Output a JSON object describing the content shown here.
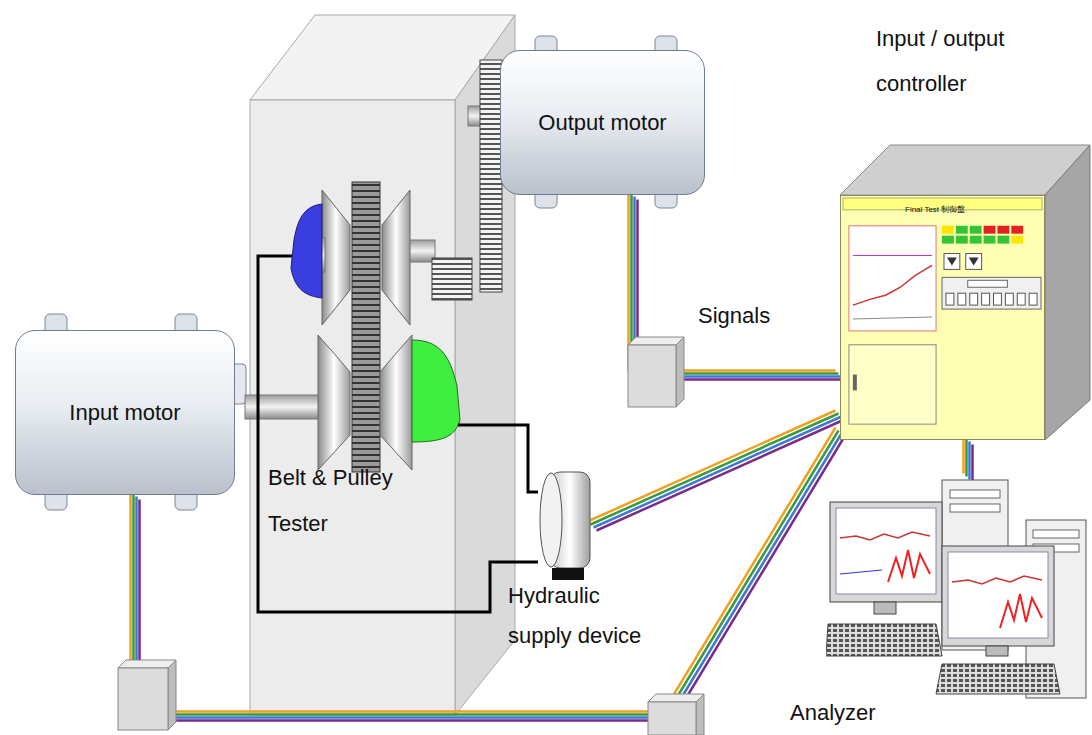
{
  "diagram": {
    "nodes": [
      {
        "text": [
          "Output motor"
        ]
      },
      {
        "text": [
          "Input / output controller"
        ]
      },
      {
        "text": [
          "Belt & Pulley Tester"
        ]
      },
      {
        "text": [
          "Input motor"
        ]
      },
      {
        "text": [
          "Hydraulic supply device"
        ]
      },
      {
        "text": [
          "Analyzer"
        ]
      }
    ],
    "edges": [
      {
        "from": 0,
        "to": 1,
        "arrow": "none"
      },
      {
        "from": 3,
        "to": 1,
        "arrow": "none"
      },
      {
        "from": 4,
        "to": 1,
        "arrow": "none"
      },
      {
        "from": 1,
        "to": 5,
        "arrow": "none"
      }
    ],
    "labels": [
      "Signals",
      "Final Test 制御盤"
    ]
  }
}
